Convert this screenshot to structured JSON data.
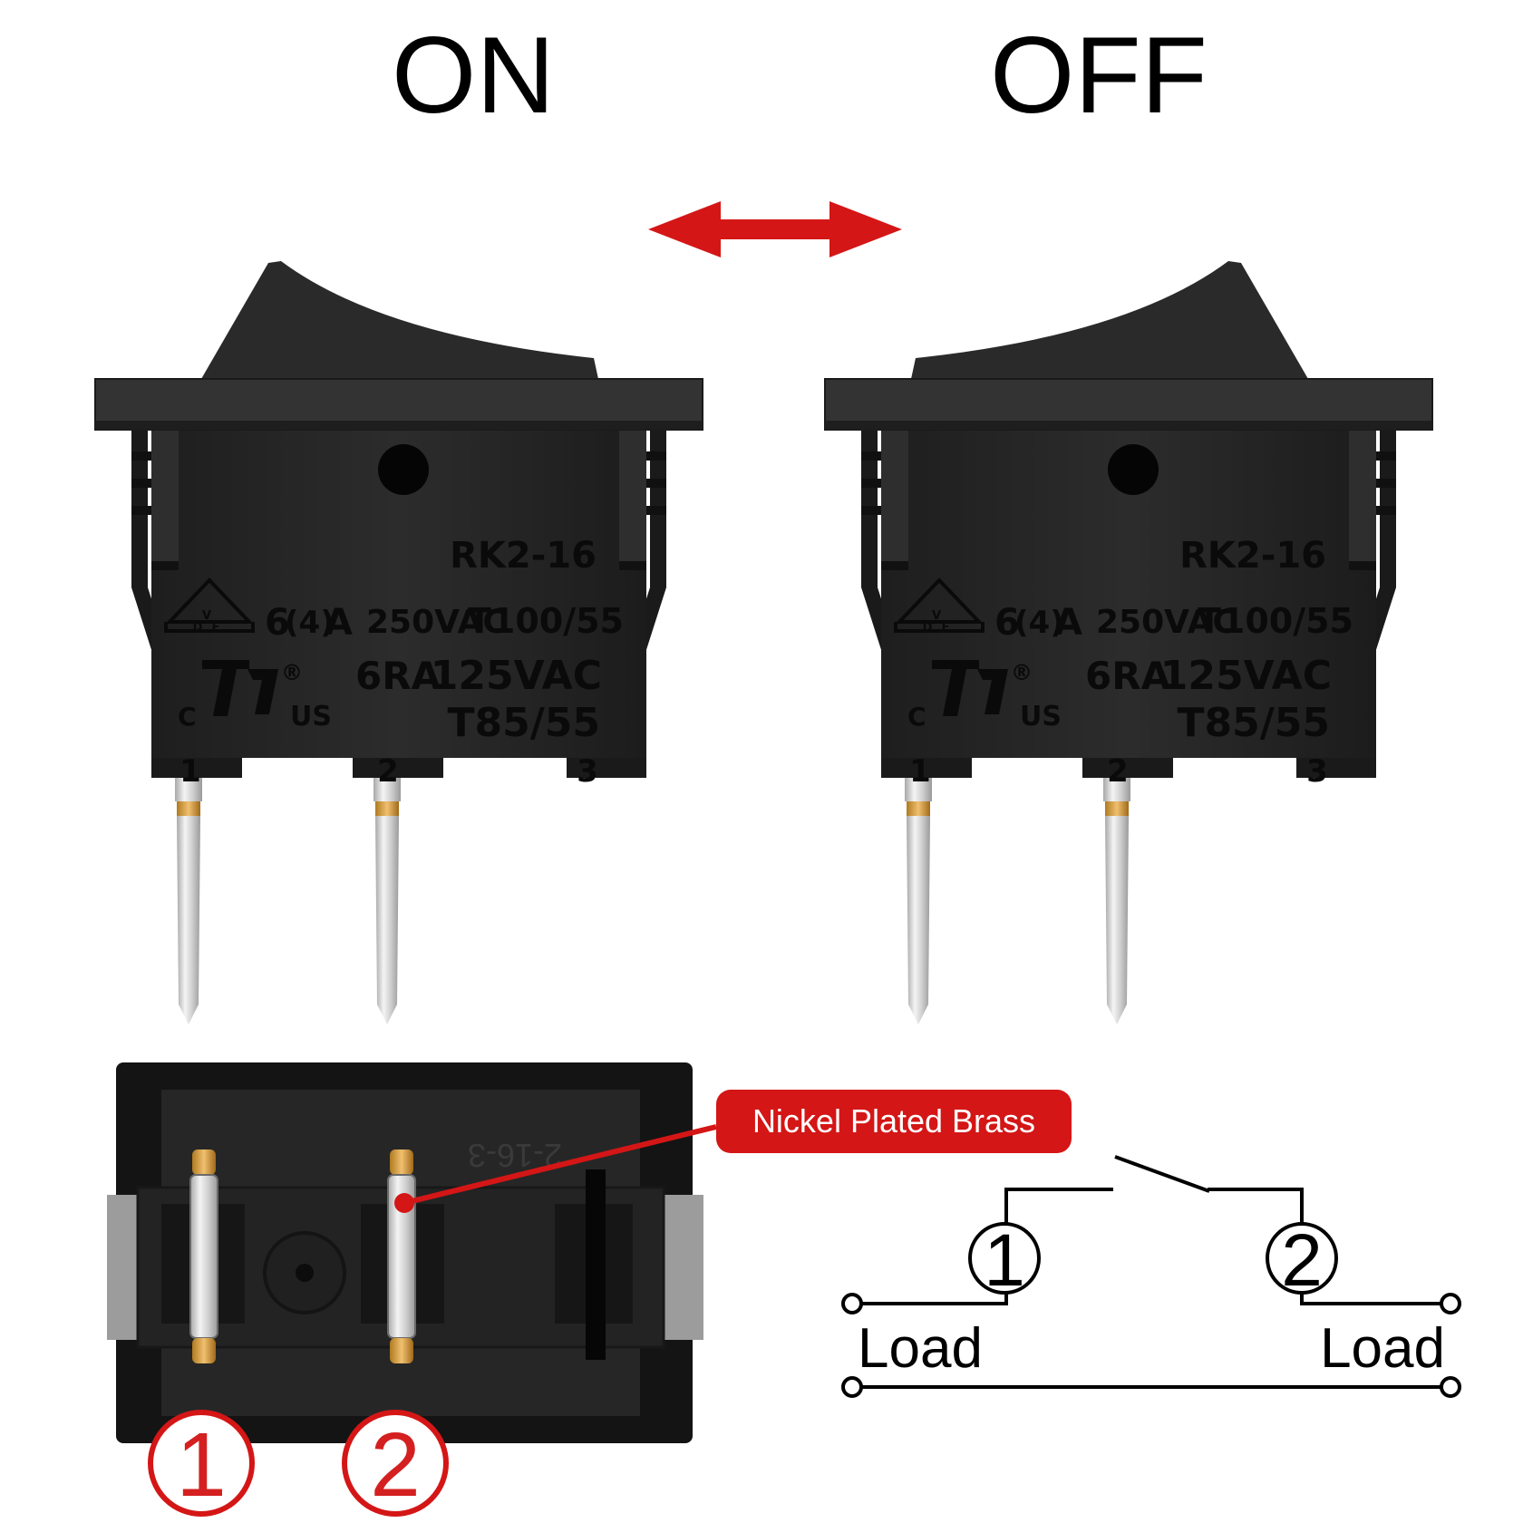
{
  "states": {
    "on": "ON",
    "off": "OFF"
  },
  "switch_marking": {
    "model": "RK2-16",
    "rating_1_a": "6",
    "rating_1_b": "(4)",
    "rating_1_c": "A",
    "rating_1_d": "250VAC",
    "rating_1_e": "T100/55",
    "rating_2_a": "6RA",
    "rating_2_b": "125VAC",
    "rating_3": "T85/55",
    "cert_c": "C",
    "cert_us": "US",
    "cert_reg": "®",
    "vde_v": "V",
    "vde_d": "D",
    "vde_e": "E",
    "terminal_1": "1",
    "terminal_2": "2",
    "terminal_3": "3"
  },
  "bottom_view": {
    "mold_code": "2-16-3",
    "pin_1": "1",
    "pin_2": "2"
  },
  "callout": {
    "label": "Nickel Plated Brass"
  },
  "schematic": {
    "node_1": "1",
    "node_2": "2",
    "load_left": "Load",
    "load_right": "Load"
  },
  "colors": {
    "accent_red": "#d41616",
    "switch_body": "#262626",
    "switch_flange": "#303030",
    "pin_metal": "#d8d8d8",
    "contact_gold": "#d9a040"
  }
}
